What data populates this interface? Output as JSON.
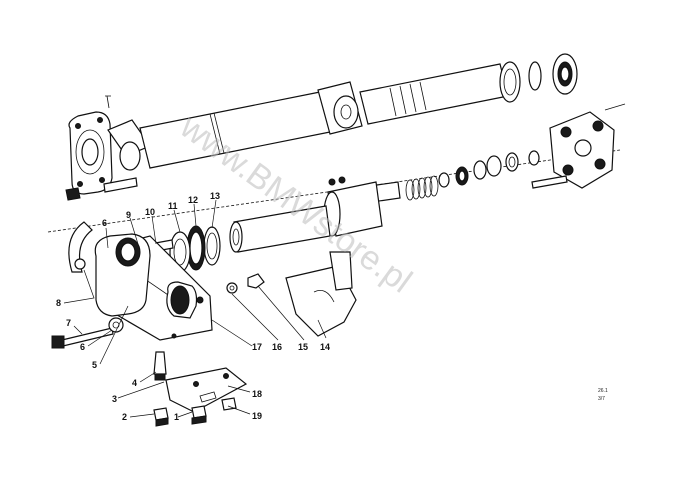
{
  "watermark": "www.BMWstore.pl",
  "reference": {
    "line1": "26.1",
    "line2": "3/7"
  },
  "callouts": [
    {
      "label": "1"
    },
    {
      "label": "2"
    },
    {
      "label": "3"
    },
    {
      "label": "4"
    },
    {
      "label": "5"
    },
    {
      "label": "6"
    },
    {
      "label": "6"
    },
    {
      "label": "7"
    },
    {
      "label": "8"
    },
    {
      "label": "9"
    },
    {
      "label": "10"
    },
    {
      "label": "11"
    },
    {
      "label": "12"
    },
    {
      "label": "13"
    },
    {
      "label": "14"
    },
    {
      "label": "15"
    },
    {
      "label": "16"
    },
    {
      "label": "17"
    },
    {
      "label": "18"
    },
    {
      "label": "19"
    }
  ]
}
